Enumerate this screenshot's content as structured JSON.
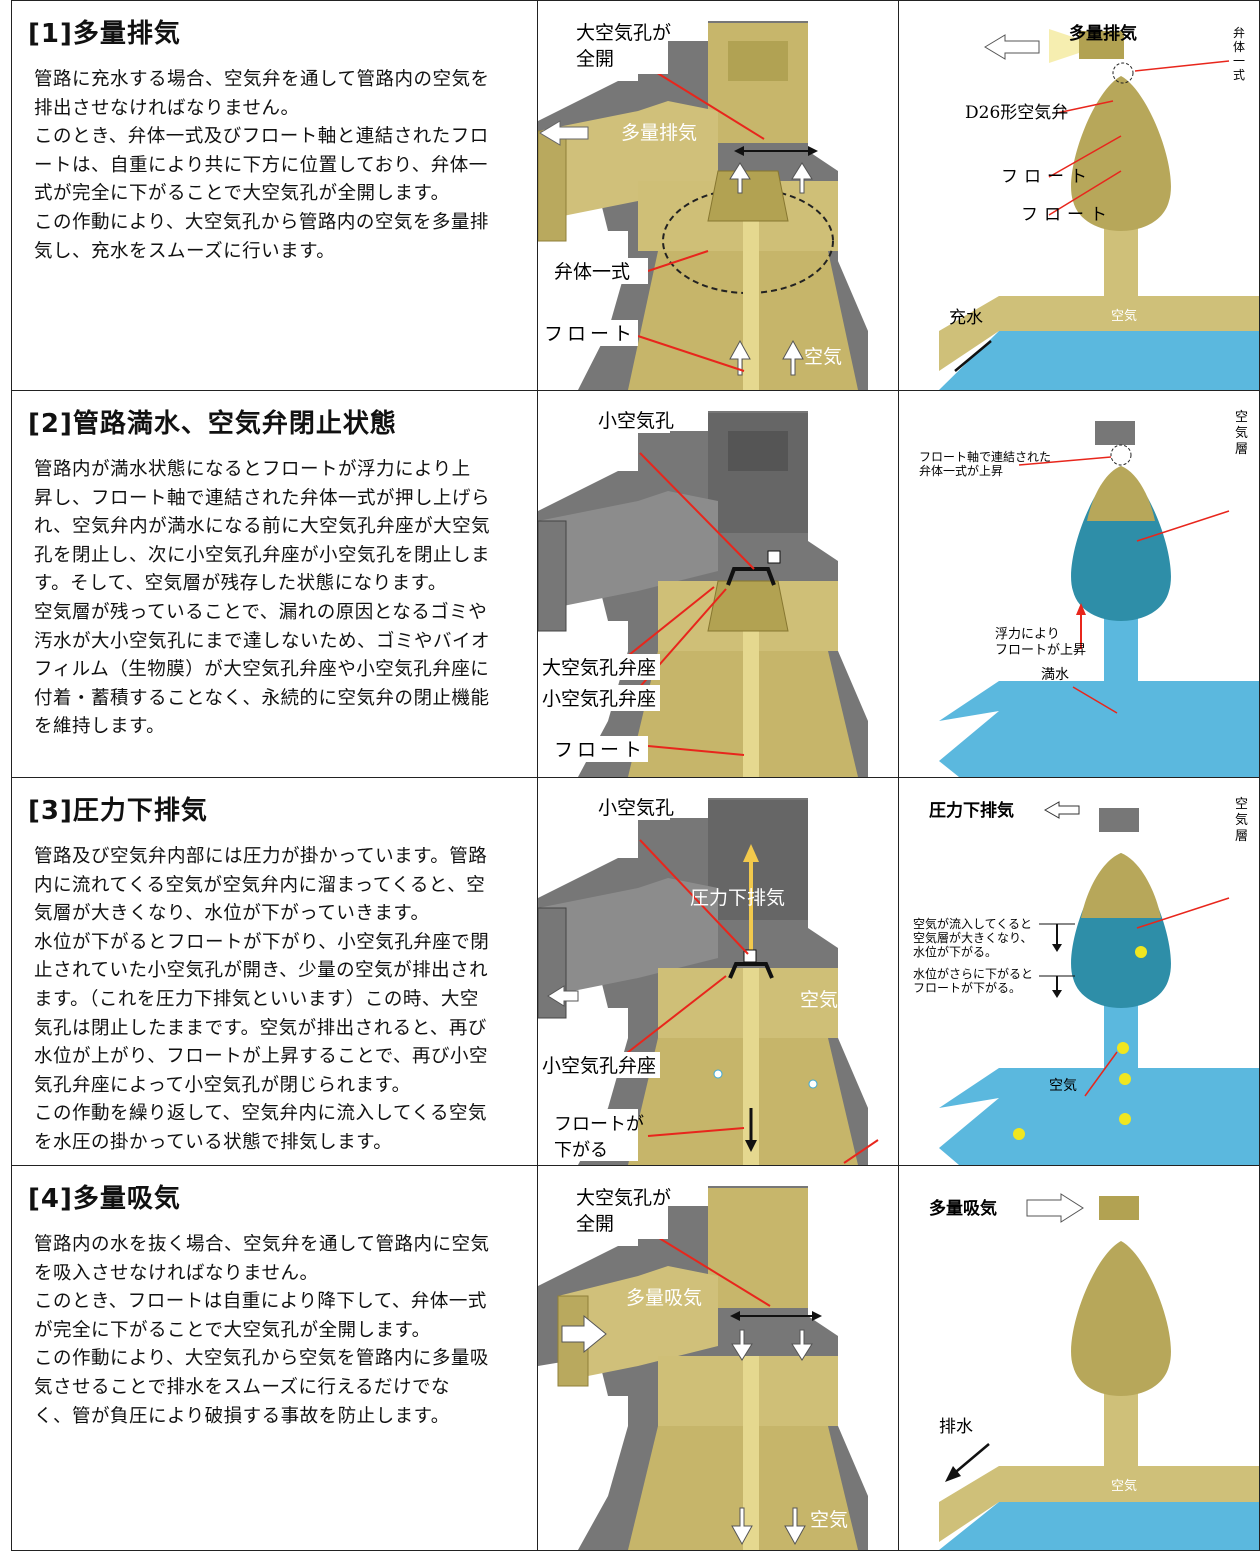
{
  "sections": [
    {
      "heading": "[1]多量排気",
      "lines": [
        "管路に充水する場合、空気弁を通して管路内の空気を",
        "排出させなければなりません。",
        "このとき、弁体一式及びフロート軸と連結されたフロ",
        "ートは、自重により共に下方に位置しており、弁体一",
        "式が完全に下がることで大空気孔が全開します。",
        "この作動により、大空気孔から管路内の空気を多量排",
        "気し、充水をスムーズに行います。"
      ],
      "cutaway": {
        "callout_top_1": "大空気孔が",
        "callout_top_2": "全開",
        "flow_label": "多量排気",
        "valve_label": "弁体一式",
        "float_label": "フロート",
        "air_label": "空気"
      },
      "install": {
        "title": "多量排気",
        "valve_name": "D26形空気弁",
        "float_1": "フロート",
        "float_2": "フロート",
        "side_label": "弁体一式",
        "water_label": "充水",
        "pipe_label": "空気"
      }
    },
    {
      "heading": "[2]管路満水、空気弁閉止状態",
      "lines": [
        "管路内が満水状態になるとフロートが浮力により上",
        "昇し、フロート軸で連結された弁体一式が押し上げら",
        "れ、空気弁内が満水になる前に大空気孔弁座が大空気",
        "孔を閉止し、次に小空気孔弁座が小空気孔を閉止しま",
        "す。そして、空気層が残存した状態になります。",
        "空気層が残っていることで、漏れの原因となるゴミや",
        "汚水が大小空気孔にまで達しないため、ゴミやバイオ",
        "フィルム（生物膜）が大空気孔弁座や小空気孔弁座に",
        "付着・蓄積することなく、永続的に空気弁の閉止機能",
        "を維持します。"
      ],
      "cutaway": {
        "small_hole": "小空気孔",
        "large_seat": "大空気孔弁座",
        "small_seat": "小空気孔弁座",
        "float_label": "フロート"
      },
      "install": {
        "note_1": "フロート軸で連結された",
        "note_2": "弁体一式が上昇",
        "side_label": "空気層",
        "rise_1": "浮力により",
        "rise_2": "フロートが上昇",
        "water_label": "満水"
      }
    },
    {
      "heading": "[3]圧力下排気",
      "lines": [
        "管路及び空気弁内部には圧力が掛かっています。管路",
        "内に流れてくる空気が空気弁内に溜まってくると、空",
        "気層が大きくなり、水位が下がっていきます。",
        "水位が下がるとフロートが下がり、小空気孔弁座で閉",
        "止されていた小空気孔が開き、少量の空気が排出され",
        "ます。（これを圧力下排気といいます）この時、大空",
        "気孔は閉止したままです。空気が排出されると、再び",
        "水位が上がり、フロートが上昇することで、再び小空",
        "気孔弁座によって小空気孔が閉じられます。",
        "この作動を繰り返して、空気弁内に流入してくる空気",
        "を水圧の掛かっている状態で排気します。"
      ],
      "cutaway": {
        "small_hole": "小空気孔",
        "flow_label": "圧力下排気",
        "air_label": "空気",
        "small_seat": "小空気孔弁座",
        "float_1": "フロートが",
        "float_2": "下がる"
      },
      "install": {
        "title": "圧力下排気",
        "side_label": "空気層",
        "note_a1": "空気が流入してくると",
        "note_a2": "空気層が大きくなり、",
        "note_a3": "水位が下がる。",
        "note_b1": "水位がさらに下がると",
        "note_b2": "フロートが下がる。",
        "air_label": "空気"
      }
    },
    {
      "heading": "[4]多量吸気",
      "lines": [
        "管路内の水を抜く場合、空気弁を通して管路内に空気",
        "を吸入させなければなりません。",
        "このとき、フロートは自重により降下して、弁体一式",
        "が完全に下がることで大空気孔が全開します。",
        "この作動により、大空気孔から空気を管路内に多量吸",
        "気させることで排水をスムーズに行えるだけでな",
        "く、管が負圧により破損する事故を防止します。"
      ],
      "cutaway": {
        "callout_top_1": "大空気孔が",
        "callout_top_2": "全開",
        "flow_label": "多量吸気",
        "air_label": "空気"
      },
      "install": {
        "title": "多量吸気",
        "water_label": "排水",
        "pipe_label": "空気"
      }
    }
  ],
  "colors": {
    "brass": "#cdbd72",
    "brass_dark": "#9c8b3f",
    "brass_light": "#e2d79c",
    "metal": "#8a8a8a",
    "metal_dark": "#555555",
    "water": "#3fa9d6",
    "water_pipe": "#5bb8de",
    "air_pipe": "#cfc079",
    "arrow_red": "#e8261c",
    "bubble": "#f0e620"
  }
}
